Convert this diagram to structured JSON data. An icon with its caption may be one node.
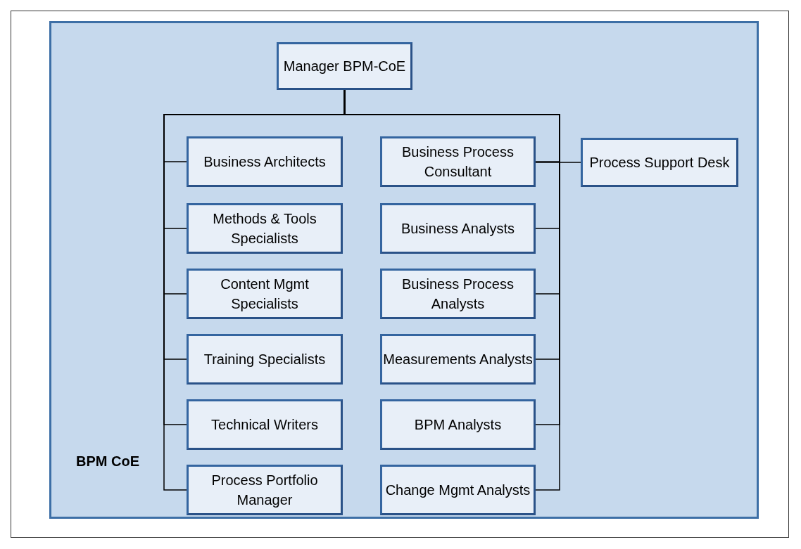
{
  "diagram": {
    "nodes": [
      {
        "text": [
          "BPM CoE"
        ]
      },
      {
        "text": [
          "Manager BPM-CoE"
        ],
        "in": 0
      },
      {
        "text": [
          "Business Architects"
        ],
        "in": 0
      },
      {
        "text": [
          "Business Process Consultant"
        ],
        "in": 0
      },
      {
        "text": [
          "Process Support Desk"
        ],
        "in": 0
      },
      {
        "text": [
          "Methods & Tools Specialists"
        ],
        "in": 0
      },
      {
        "text": [
          "Business Analysts"
        ],
        "in": 0
      },
      {
        "text": [
          "Content Mgmt Specialists"
        ],
        "in": 0
      },
      {
        "text": [
          "Business Process Analysts"
        ],
        "in": 0
      },
      {
        "text": [
          "Training Specialists"
        ],
        "in": 0
      },
      {
        "text": [
          "Measurements Analysts"
        ],
        "in": 0
      },
      {
        "text": [
          "Technical Writers"
        ],
        "in": 0
      },
      {
        "text": [
          "BPM Analysts"
        ],
        "in": 0
      },
      {
        "text": [
          "Process Portfolio Manager"
        ],
        "in": 0
      },
      {
        "text": [
          "Change Mgmt Analysts"
        ],
        "in": 0
      }
    ],
    "edges": [
      {
        "from": 1,
        "to": 2,
        "arrow": "none"
      },
      {
        "from": 1,
        "to": 5,
        "arrow": "none"
      },
      {
        "from": 1,
        "to": 7,
        "arrow": "none"
      },
      {
        "from": 1,
        "to": 9,
        "arrow": "none"
      },
      {
        "from": 1,
        "to": 11,
        "arrow": "none"
      },
      {
        "from": 1,
        "to": 13,
        "arrow": "none"
      },
      {
        "from": 1,
        "to": 3,
        "arrow": "none"
      },
      {
        "from": 1,
        "to": 6,
        "arrow": "none"
      },
      {
        "from": 1,
        "to": 8,
        "arrow": "none"
      },
      {
        "from": 1,
        "to": 10,
        "arrow": "none"
      },
      {
        "from": 1,
        "to": 12,
        "arrow": "none"
      },
      {
        "from": 1,
        "to": 14,
        "arrow": "none"
      },
      {
        "from": 3,
        "to": 4,
        "arrow": "none"
      }
    ]
  }
}
